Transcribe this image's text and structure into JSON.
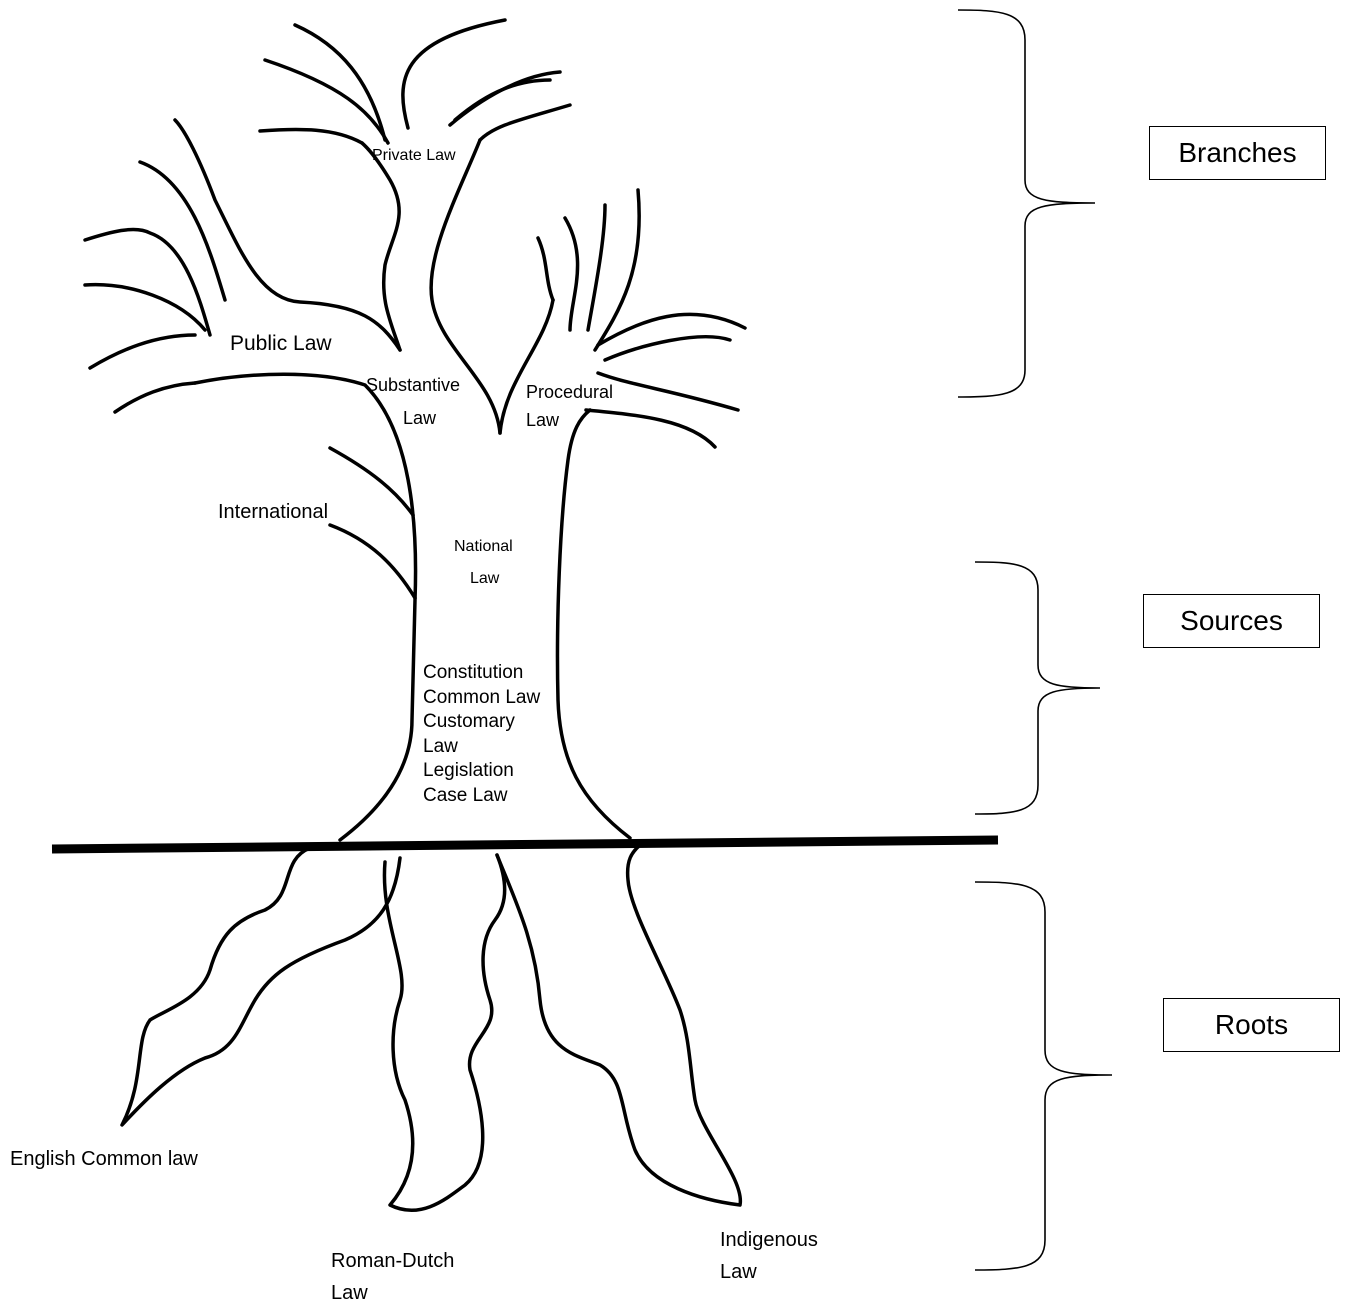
{
  "brackets": {
    "branches": "Branches",
    "sources": "Sources",
    "roots": "Roots"
  },
  "branches": {
    "private_law": "Private Law",
    "public_law": "Public Law",
    "substantive_law": [
      "Substantive",
      "Law"
    ],
    "procedural_law": [
      "Procedural",
      "Law"
    ],
    "international": "International",
    "national_law": [
      "National",
      "Law"
    ]
  },
  "sources": [
    "Constitution",
    "Common Law",
    "Customary",
    "Law",
    "Legislation",
    "Case Law"
  ],
  "roots": {
    "english_common_law": "English Common law",
    "roman_dutch_law": [
      "Roman-Dutch",
      "Law"
    ],
    "indigenous_law": [
      "Indigenous",
      "Law"
    ]
  }
}
